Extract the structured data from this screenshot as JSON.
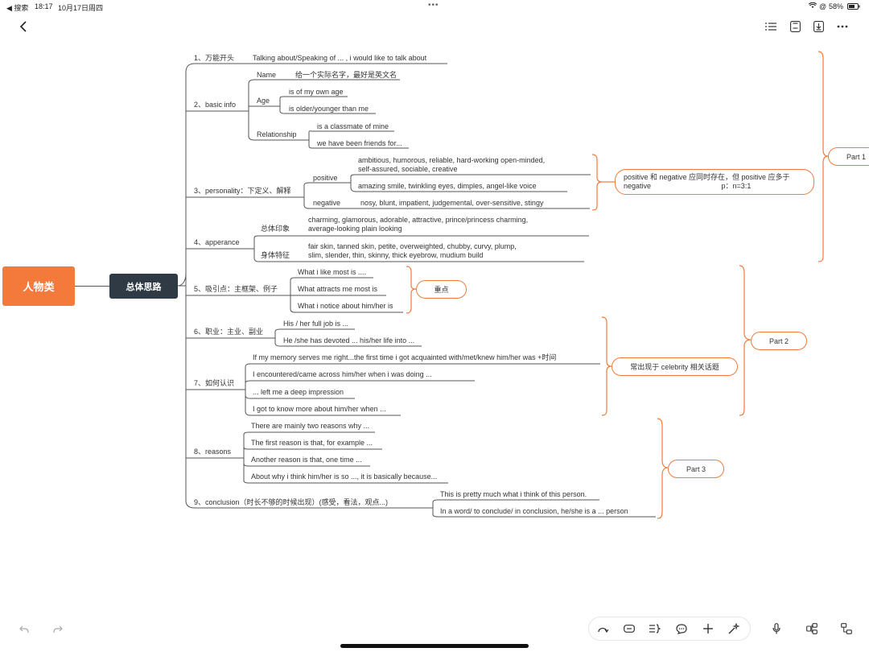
{
  "status": {
    "left": "◀ 搜索",
    "time": "18:17",
    "date": "10月17日周四",
    "battery": "58%"
  },
  "toolbar": {
    "back": "back-icon",
    "outline": "outline-list-icon",
    "save": "save-icon",
    "export": "export-icon",
    "more": "more-icon"
  },
  "mindmap": {
    "root": "人物类",
    "main": "总体思路",
    "branches": {
      "b1": {
        "label": "1、万能开头",
        "detail": "Talking about/Speaking of ... , i would like to talk about"
      },
      "b2": {
        "label": "2、basic info",
        "name": "Name",
        "name_detail": "给一个实际名字，最好是英文名",
        "age": "Age",
        "age_1": "is of my own age",
        "age_2": "is older/younger than me",
        "rel": "Relationship",
        "rel_1": "is a classmate of mine",
        "rel_2": "we have been friends for..."
      },
      "b3": {
        "label": "3、personality：下定义、解释",
        "positive": "positive",
        "pos_1a": "ambitious,   humorous,   reliable,   hard-working open-minded,",
        "pos_1b": "self-assured,   sociable,   creative",
        "pos_2": "amazing smile,   twinkling eyes,   dimples,   angel-like voice",
        "negative": "negative",
        "neg_1": "nosy,   blunt,   impatient,   judgemental,   over-sensitive,   stingy",
        "note_line1": "positive 和 negative 应同时存在，但 positive 应多于",
        "note_line2": "negative                                   p：n=3:1"
      },
      "b4": {
        "label": "4、apperance",
        "overall": "总体印象",
        "overall_a": "charming,   glamorous,   adorable,   attractive,   prince/princess charming,",
        "overall_b": "average-looking plain looking",
        "body": "身体特征",
        "body_a": "fair skin,   tanned skin,   petite,   overweighted,   chubby,   curvy,   plump,",
        "body_b": "slim,   slender,   thin,   skinny,   thick eyebrow,   mudium build"
      },
      "b5": {
        "label": "5、吸引点：主框架、例子",
        "item_1": "What i like most is ....",
        "item_2": "What attracts me most is",
        "item_3": "What i notice about him/her is",
        "note": "重点"
      },
      "b6": {
        "label": "6、职业：主业、副业",
        "item_1": "His / her full job is ...",
        "item_2": "He /she has devoted ... his/her life into ..."
      },
      "b7": {
        "label": "7、如何认识",
        "item_1": "If my memory serves me right...the first time i got acquainted with/met/knew him/her was +时间",
        "item_2": "I encountered/came across him/her when i was doing ...",
        "item_3": "... left me a deep impression",
        "item_4": "I got to know more about him/her when ...",
        "note": "常出现于 celebrity 相关话题"
      },
      "b8": {
        "label": "8、reasons",
        "item_1": "There are mainly two reasons why ...",
        "item_2": "The first reason is that, for example ...",
        "item_3": "Another reason is that, one time ...",
        "item_4": "About why i think him/her is so ..., it is basically because..."
      },
      "b9": {
        "label": "9、conclusion（时长不够的时候出现）(感受，看法，观点...)",
        "item_1": "This is pretty much what i think of this person.",
        "item_2": "In a word/ to conclude/ in conclusion, he/she is a ... person"
      }
    },
    "parts": {
      "part1": "Part 1",
      "part2": "Part 2",
      "part3": "Part 3"
    }
  },
  "colors": {
    "accent": "#f37a3b",
    "dark_node": "#2f3a45",
    "line": "#555555"
  },
  "bottom_toolbar": {
    "undo": "undo-icon",
    "redo": "redo-icon",
    "tools": [
      "connect-icon",
      "topic-box-icon",
      "summary-icon",
      "comment-icon",
      "add-icon",
      "magic-icon"
    ],
    "mic": "microphone-icon",
    "layout": "layout-icon",
    "structure": "structure-icon"
  }
}
